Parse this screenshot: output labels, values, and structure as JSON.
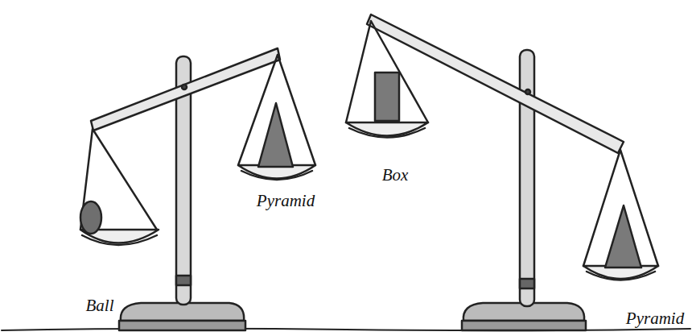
{
  "diagram": {
    "labels": [
      "Ball",
      "Pyramid",
      "Box",
      "Pyramid"
    ]
  }
}
